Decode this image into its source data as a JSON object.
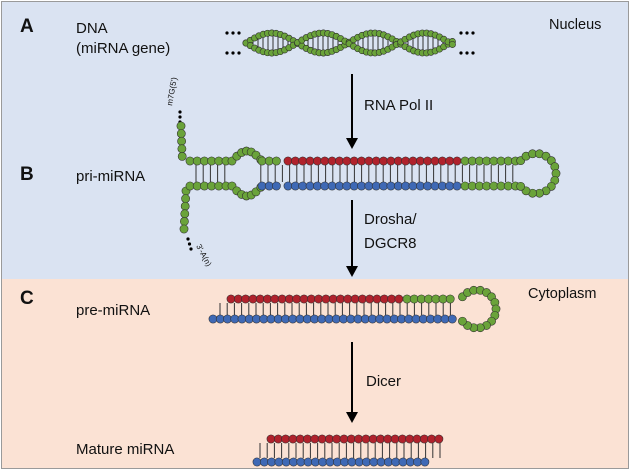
{
  "regions": {
    "nucleus": "Nucleus",
    "cytoplasm": "Cytoplasm"
  },
  "panels": {
    "a": {
      "letter": "A",
      "label_line1": "DNA",
      "label_line2": "(miRNA gene)"
    },
    "b": {
      "letter": "B",
      "label": "pri-miRNA"
    },
    "c": {
      "letter": "C",
      "label": "pre-miRNA"
    },
    "mature": {
      "label": "Mature miRNA"
    }
  },
  "steps": {
    "pol2": "RNA Pol II",
    "drosha_line1": "Drosha/",
    "drosha_line2": "DGCR8",
    "dicer": "Dicer"
  },
  "ends": {
    "five_prime": "m7G(5')",
    "three_prime": "3'-A(n)"
  },
  "colors": {
    "nucleus_bg": "#dae3f2",
    "cytoplasm_bg": "#fbe2d4",
    "strand_green": "#6aa33a",
    "strand_red": "#b0222c",
    "strand_blue": "#3f69b5",
    "rung": "#333333"
  }
}
